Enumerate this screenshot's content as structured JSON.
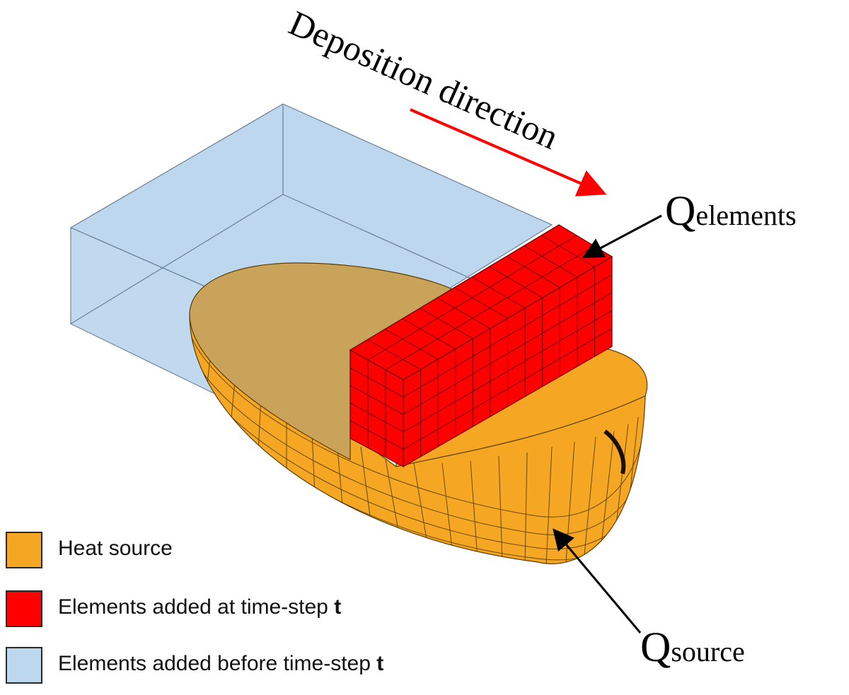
{
  "labels": {
    "deposition_direction": "Deposition direction",
    "q_elements_main": "Q",
    "q_elements_sub": "elements",
    "q_source_main": "Q",
    "q_source_sub": "source"
  },
  "legend": [
    {
      "text": "Heat source",
      "bold_suffix": "",
      "color": "#F5A623"
    },
    {
      "text": "Elements added at time-step ",
      "bold_suffix": "t",
      "color": "#FF0000"
    },
    {
      "text": "Elements added before time-step ",
      "bold_suffix": "t",
      "color": "#BDD7EE"
    }
  ],
  "colors": {
    "heat_source": "#F5A623",
    "heat_source_top_overlap": "#C9A35A",
    "new_elements": "#FF0000",
    "old_elements": "#BDD7EE",
    "direction_arrow": "#FF0000",
    "pointer_arrow": "#000000"
  }
}
